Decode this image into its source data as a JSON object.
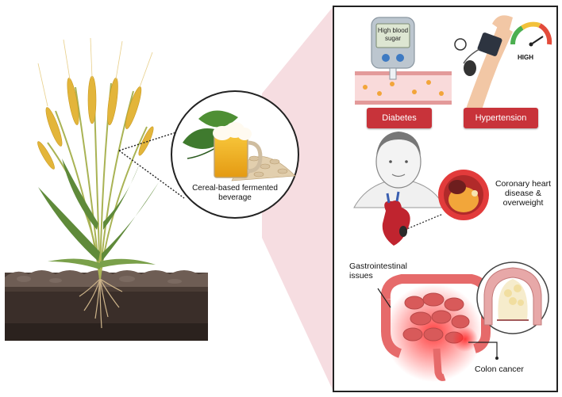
{
  "beverage": {
    "label": "Cereal-based fermented beverage"
  },
  "diabetes": {
    "meter_text": "High blood sugar",
    "label": "Diabetes"
  },
  "hypertension": {
    "gauge_text": "HIGH",
    "label": "Hypertension"
  },
  "heart": {
    "label": "Coronary heart disease & overweight"
  },
  "gi": {
    "label": "Gastrointestinal issues"
  },
  "colon": {
    "label": "Colon cancer"
  },
  "colors": {
    "badge_red": "#c8333a",
    "wheat_gold": "#e3b53a",
    "cone_pink": "#f4d4d9"
  }
}
